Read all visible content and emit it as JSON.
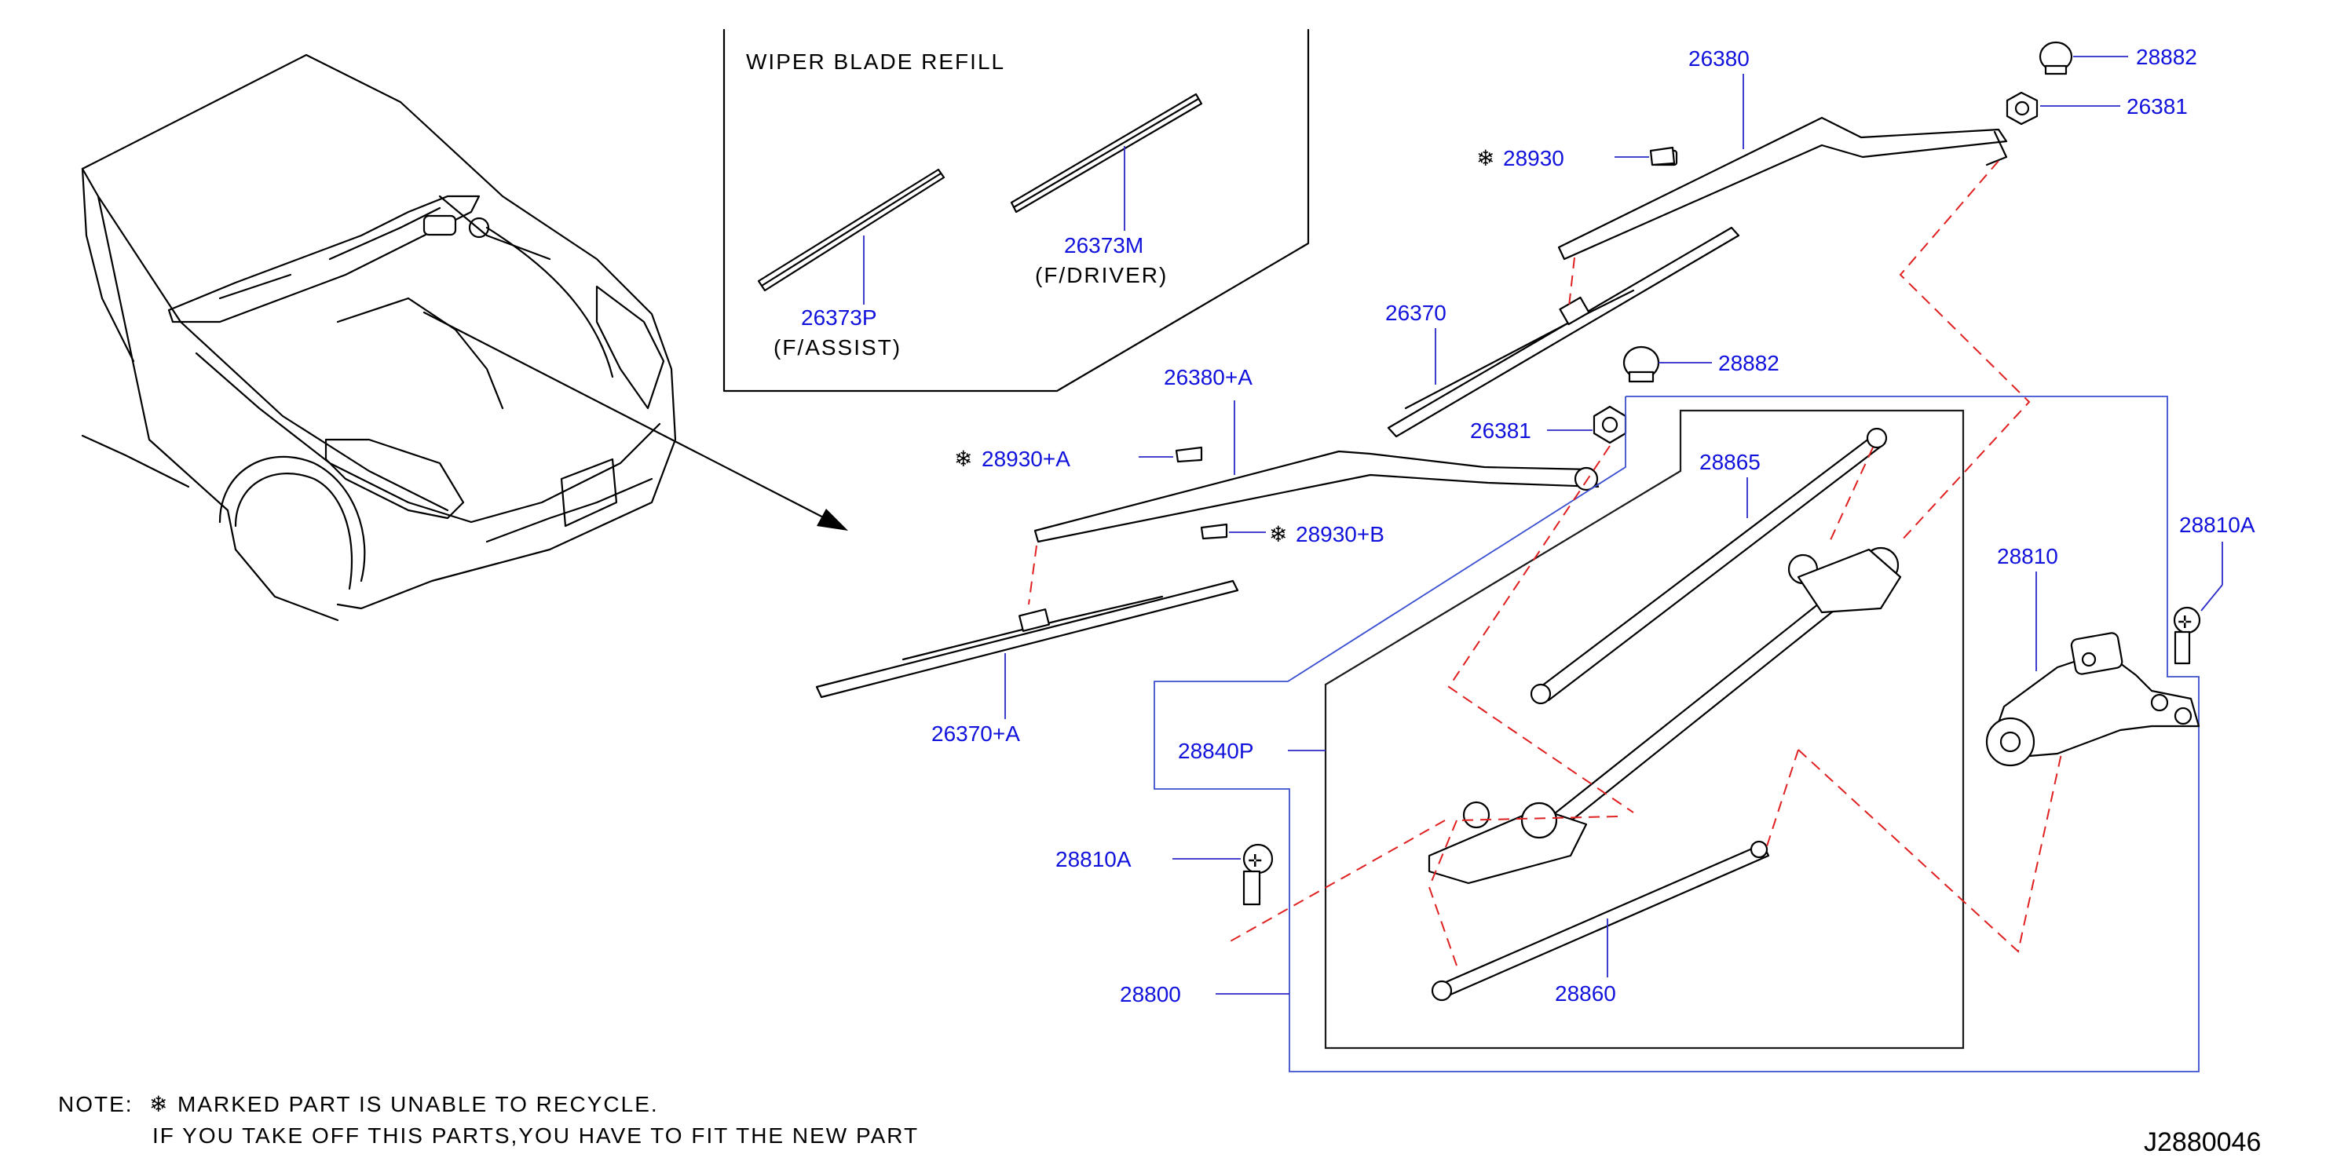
{
  "inset": {
    "title": "WIPER BLADE REFILL",
    "refill_assist": {
      "part": "26373P",
      "desc": "(F/ASSIST)"
    },
    "refill_driver": {
      "part": "26373M",
      "desc": "(F/DRIVER)"
    }
  },
  "labels": {
    "arm_driver": "26380",
    "cap_driver": "28882",
    "nut_driver": "26381",
    "cover_driver": "28930",
    "blade_driver": "26370",
    "cap_assist": "28882",
    "nut_assist": "26381",
    "arm_assist": "26380+A",
    "cover_assist": "28930+A",
    "cover_assist_b": "28930+B",
    "blade_assist": "26370+A",
    "link_upper": "28865",
    "link_lower": "28860",
    "frame_assy": "28840P",
    "motor": "28810",
    "bolt_right": "28810A",
    "bolt_left": "28810A",
    "linkage_assy": "28800"
  },
  "recycle_symbol": "❄",
  "note": {
    "prefix": "NOTE:",
    "line1": "MARKED PART IS UNABLE TO RECYCLE.",
    "line2": "IF YOU TAKE OFF THIS PARTS,YOU HAVE TO FIT THE NEW PART"
  },
  "diagram_code": "J2880046",
  "colors": {
    "label": "#1212dd",
    "frame": "#3a4fd0",
    "dashed": "#e02020"
  }
}
